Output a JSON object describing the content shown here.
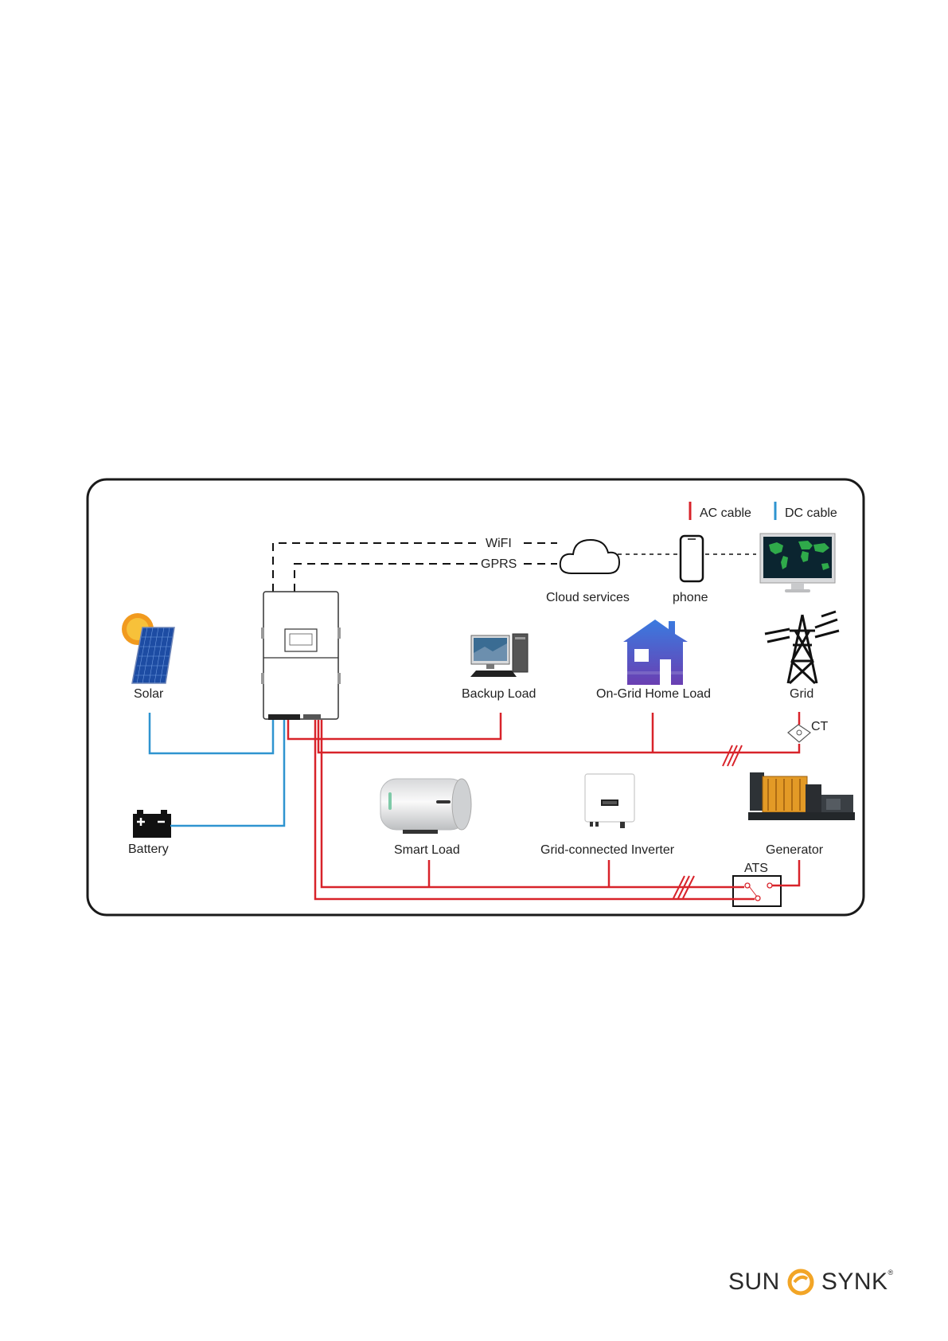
{
  "legend": {
    "ac": "AC cable",
    "dc": "DC cable"
  },
  "comms": {
    "wifi": "WiFI",
    "gprs": "GPRS"
  },
  "nodes": {
    "cloud": "Cloud services",
    "phone": "phone",
    "solar": "Solar",
    "backup_load": "Backup Load",
    "home_load": "On-Grid Home Load",
    "grid": "Grid",
    "ct": "CT",
    "battery": "Battery",
    "smart_load": "Smart Load",
    "grid_inverter": "Grid-connected Inverter",
    "generator": "Generator",
    "ats": "ATS"
  },
  "colors": {
    "ac": "#d8232a",
    "dc": "#2f94d0",
    "frame": "#1a1a1a",
    "logo_accent": "#f2a526"
  },
  "logo": {
    "left": "SUN",
    "right": "SYNK",
    "mark": "®"
  }
}
